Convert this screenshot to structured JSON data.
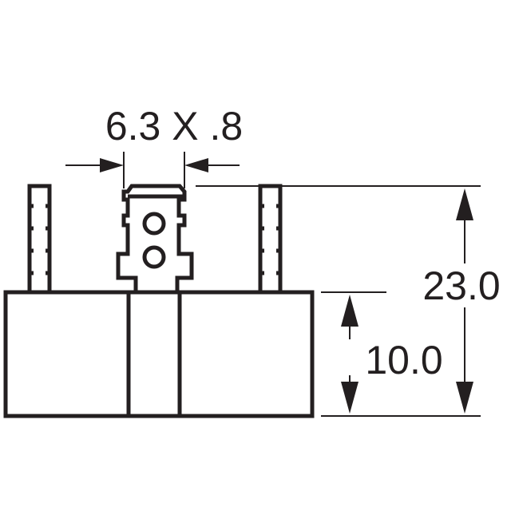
{
  "dimensions": {
    "terminal_size": "6.3 X .8",
    "total_height": "23.0",
    "body_height": "10.0"
  },
  "colors": {
    "line": "#231f20",
    "background": "#ffffff"
  }
}
